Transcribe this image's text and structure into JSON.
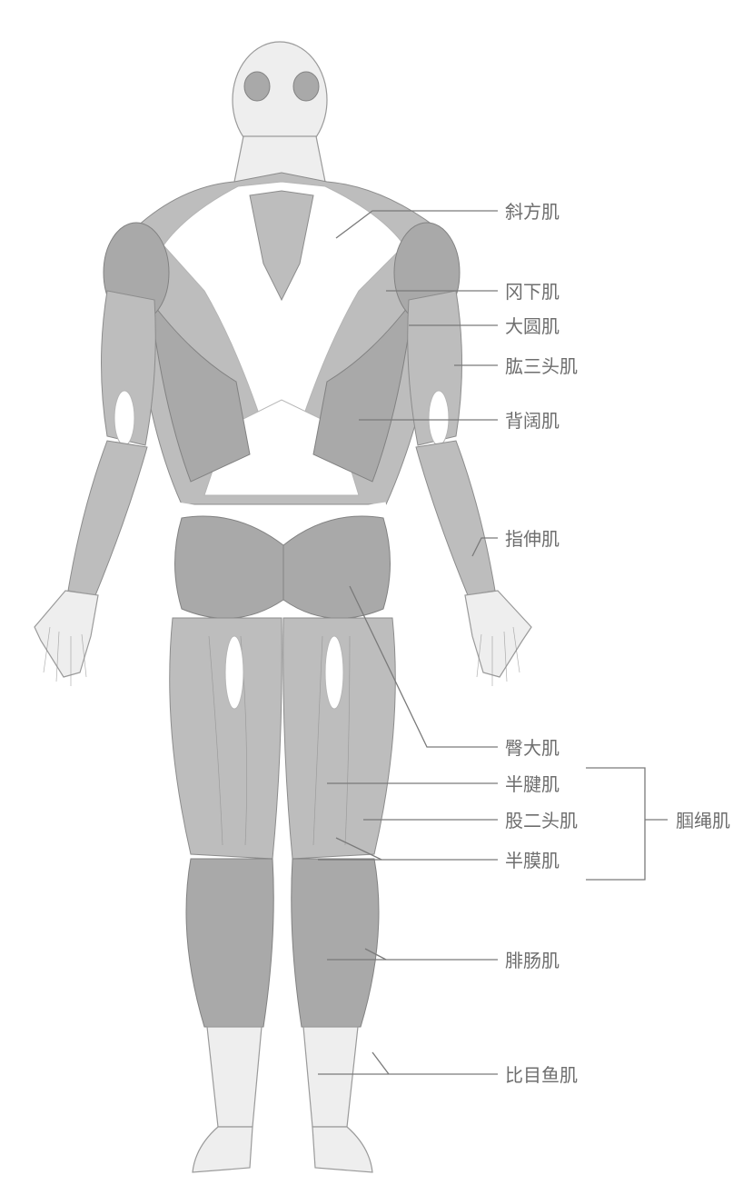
{
  "diagram": {
    "labels": [
      {
        "id": "trapezius",
        "text": "斜方肌"
      },
      {
        "id": "infraspinatus",
        "text": "冈下肌"
      },
      {
        "id": "teres-major",
        "text": "大圆肌"
      },
      {
        "id": "triceps",
        "text": "肱三头肌"
      },
      {
        "id": "latissimus-dorsi",
        "text": "背阔肌"
      },
      {
        "id": "finger-extensors",
        "text": "指伸肌"
      },
      {
        "id": "gluteus-maximus",
        "text": "臀大肌"
      },
      {
        "id": "semitendinosus",
        "text": "半腱肌"
      },
      {
        "id": "biceps-femoris",
        "text": "股二头肌"
      },
      {
        "id": "semimembranosus",
        "text": "半膜肌"
      },
      {
        "id": "gastrocnemius",
        "text": "腓肠肌"
      },
      {
        "id": "soleus",
        "text": "比目鱼肌"
      }
    ],
    "group_label": "腘绳肌",
    "colors": {
      "label": "#6e6e6e",
      "leader": "#7a7a7a",
      "muscle": "#bdbdbd",
      "highlight": "#ffffff"
    }
  }
}
